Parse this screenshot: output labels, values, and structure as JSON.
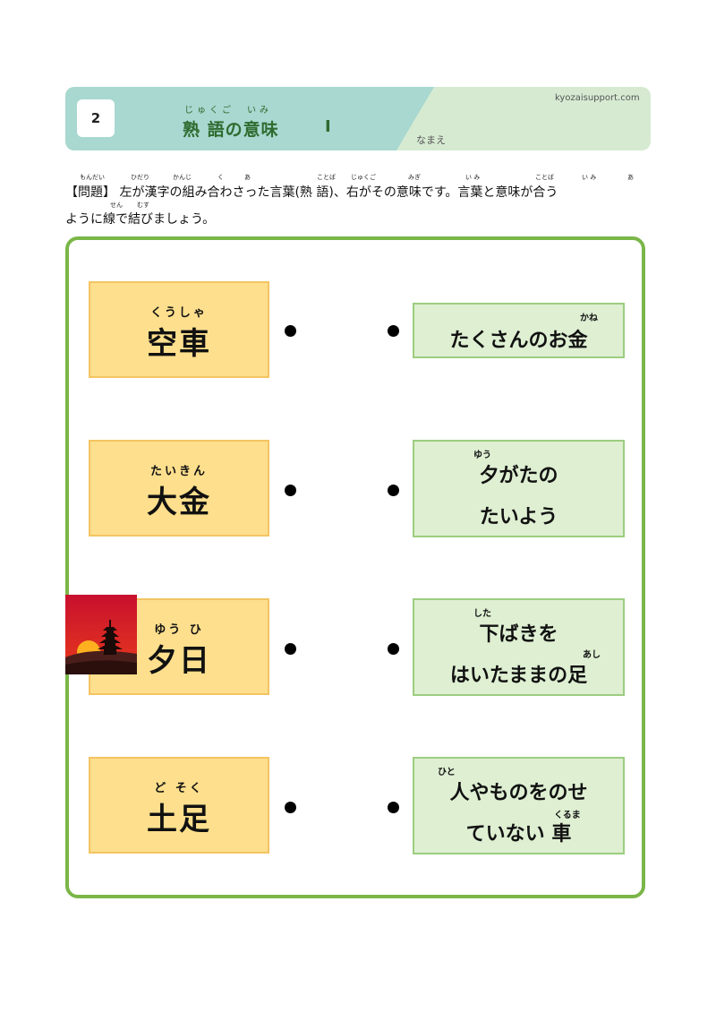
{
  "header": {
    "number": "2",
    "title": "熟 語の意味",
    "title_ruby": "じゅくご　いみ",
    "title_suffix": "Ⅰ",
    "site": "kyozaisupport.com",
    "name_label": "なまえ",
    "colors": {
      "teal": "#a8d8d0",
      "green_light": "#d6ead2",
      "title": "#2f6b2f"
    }
  },
  "instructions": {
    "line1": "【問題】 左が漢字の組み合わさった言葉(熟 語)、右がその意味です。言葉と意味が合う",
    "line2": "ように線で結びましょう。",
    "ruby": [
      "もんだい",
      "ひだり",
      "かんじ",
      "く",
      "あ",
      "ことば",
      "じゅくご",
      "みぎ",
      "い み",
      "ことば",
      "い み",
      "あ",
      "せん",
      "むす"
    ]
  },
  "left_items": [
    {
      "ruby": "くうしゃ",
      "word": "空車"
    },
    {
      "ruby": "たいきん",
      "word": "大金"
    },
    {
      "ruby": "ゆう ひ",
      "word": "夕日"
    },
    {
      "ruby": "ど そく",
      "word": "土足"
    }
  ],
  "right_items": [
    {
      "lines": [
        "たくさんのお金"
      ],
      "ruby": [
        "かね"
      ]
    },
    {
      "lines": [
        "夕がたの",
        "たいよう"
      ],
      "ruby": [
        "ゆう"
      ]
    },
    {
      "lines": [
        "下ばきを",
        "はいたままの足"
      ],
      "ruby": [
        "した",
        "あし"
      ]
    },
    {
      "lines": [
        "人やものをのせ",
        "ていない 車"
      ],
      "ruby": [
        "ひと",
        "くるま"
      ]
    }
  ],
  "colors": {
    "frame": "#7ab648",
    "left_fill": "#fddf8d",
    "right_fill": "#deefd2"
  }
}
